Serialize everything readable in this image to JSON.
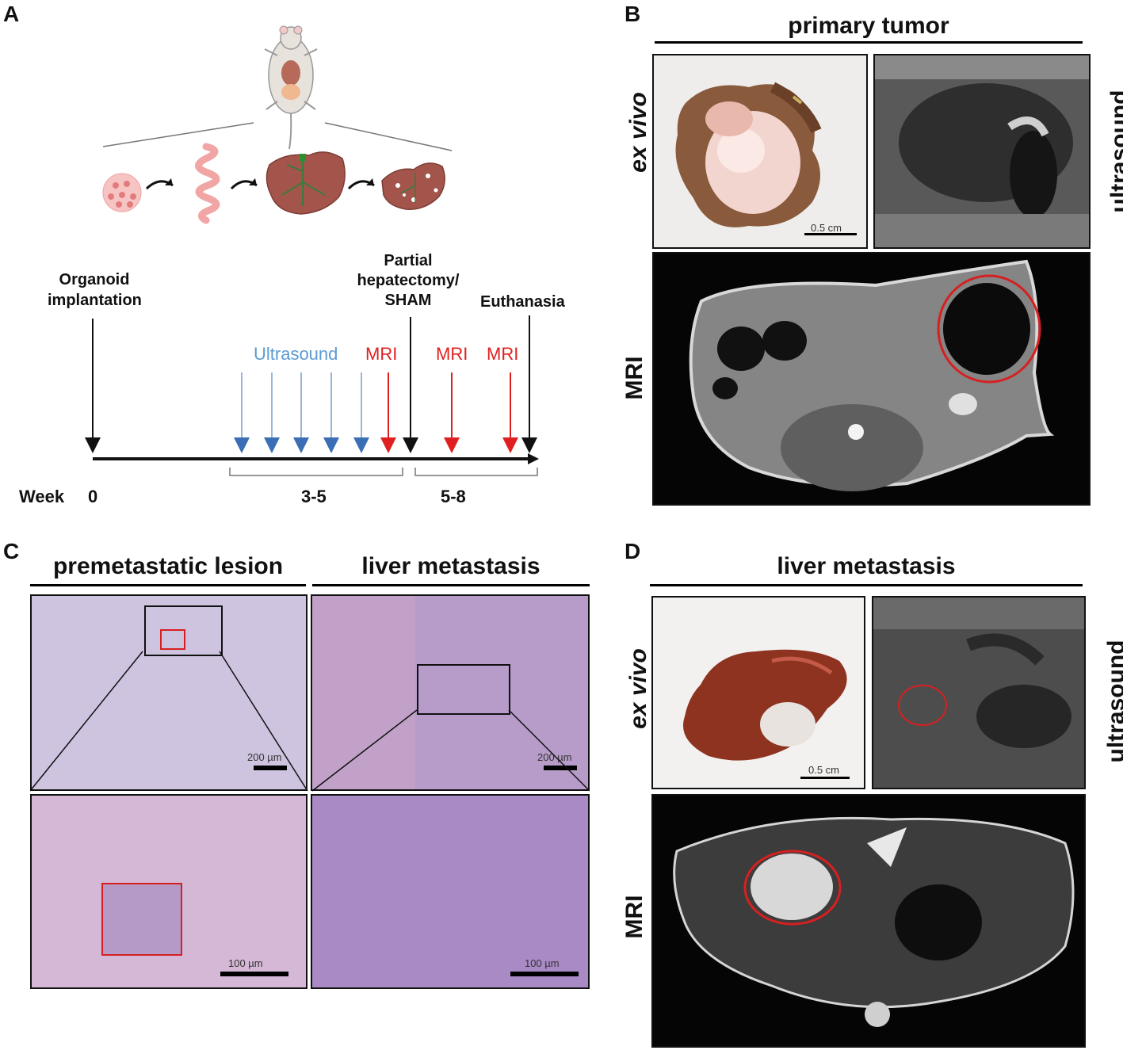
{
  "panels": {
    "a": "A",
    "b": "B",
    "c": "C",
    "d": "D"
  },
  "panelA": {
    "organoid": [
      "Organoid",
      "implantation"
    ],
    "partial": [
      "Partial",
      "hepatectomy/",
      "SHAM"
    ],
    "euthanasia": "Euthanasia",
    "ultrasound": "Ultrasound",
    "mri": "MRI",
    "week": "Week",
    "week0": "0",
    "range1": "3-5",
    "range2": "5-8"
  },
  "panelB": {
    "header": "primary tumor",
    "exvivo": "ex vivo",
    "ultrasound": "ultrasound",
    "mri": "MRI",
    "scale": "0.5 cm"
  },
  "panelC": {
    "header1": "premetastatic lesion",
    "header2": "liver metastasis",
    "scale200a": "200 µm",
    "scale200b": "200 µm",
    "scale100a": "100 µm",
    "scale100b": "100 µm"
  },
  "panelD": {
    "header": "liver metastasis",
    "exvivo": "ex vivo",
    "ultrasound": "ultrasound",
    "mri": "MRI",
    "scale": "0.5 cm"
  },
  "colors": {
    "ultrasound": "#5b9bd5",
    "mri": "#e02020",
    "circle": "#d62020"
  }
}
